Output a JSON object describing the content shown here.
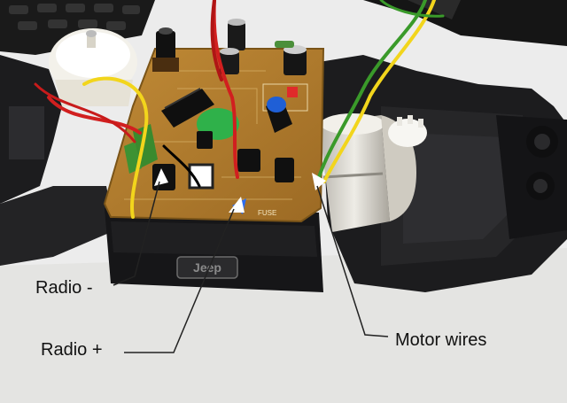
{
  "labels": {
    "radio_neg": "Radio -",
    "radio_pos": "Radio +",
    "motor": "Motor wires"
  },
  "logo_text": "Jeep",
  "board_text": {
    "fuse": "FUSE"
  },
  "colors": {
    "pcb": "#b07a2c",
    "chassis": "#1c1c1e",
    "wire_red": "#d11f1f",
    "wire_yellow": "#f2d51c",
    "wire_green": "#3a9a2a",
    "background": "#ececec",
    "motor": "#d9d6cf"
  }
}
